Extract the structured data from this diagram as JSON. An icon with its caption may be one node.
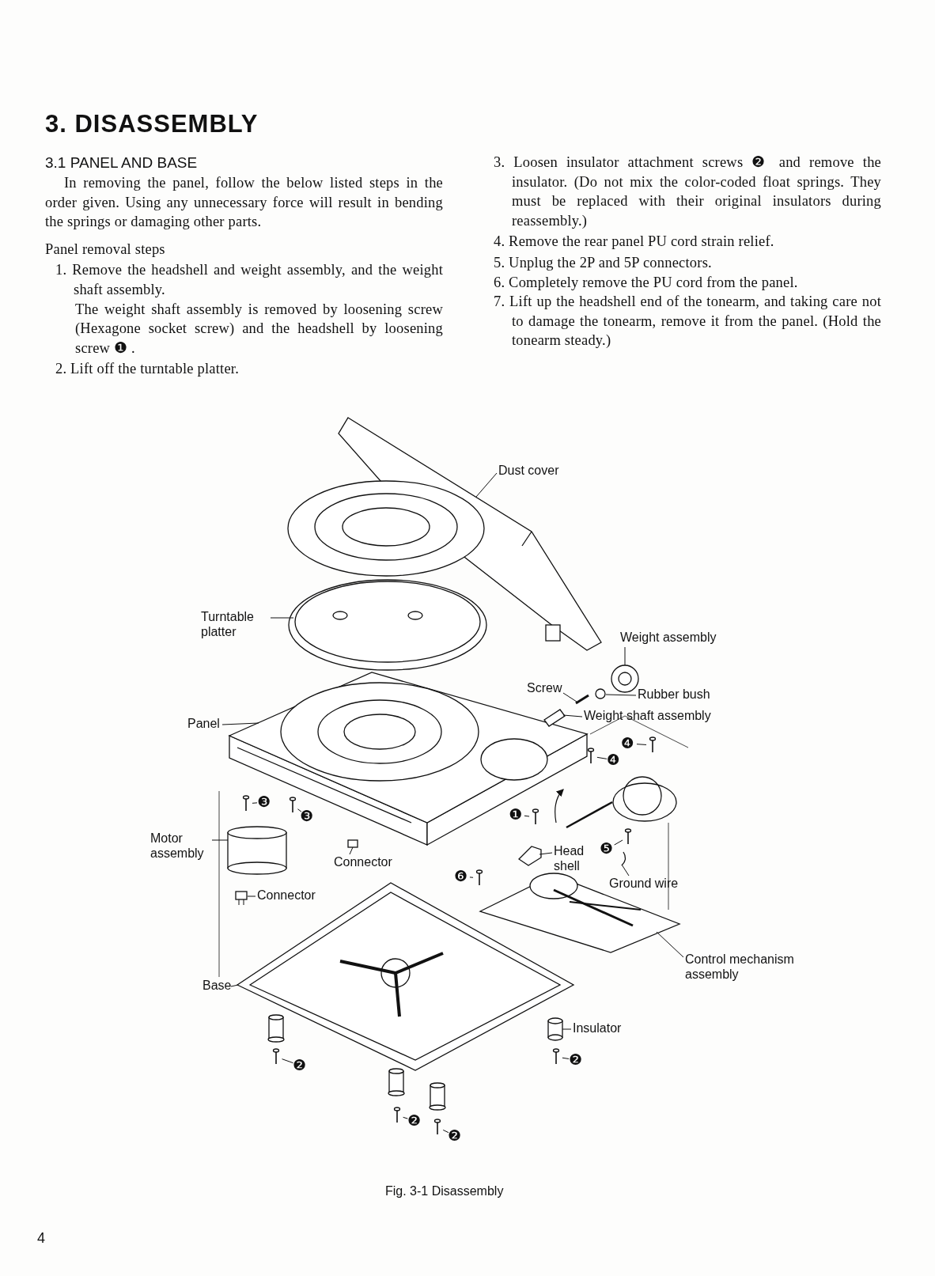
{
  "diagram": {
    "title": "3. DISASSEMBLY",
    "caption": "Fig. 3-1 Disassembly",
    "nodes": [
      {
        "text": [
          "Dust cover"
        ]
      },
      {
        "text": [],
        "shape": "picture"
      },
      {
        "text": [
          "Turntable platter"
        ]
      },
      {
        "text": [],
        "shape": "picture"
      },
      {
        "text": [
          "Weight assembly"
        ]
      },
      {
        "text": [],
        "shape": "picture"
      },
      {
        "text": [
          "Screw"
        ]
      },
      {
        "text": [],
        "shape": "picture"
      },
      {
        "text": [
          "Rubber bush"
        ]
      },
      {
        "text": [],
        "shape": "circle"
      },
      {
        "text": [
          "Panel"
        ]
      },
      {
        "text": [],
        "shape": "picture"
      },
      {
        "text": [
          "Weight shaft assembly"
        ]
      },
      {
        "text": [],
        "shape": "picture"
      },
      {
        "text": [
          "❹"
        ]
      },
      {
        "text": [
          "❹"
        ]
      },
      {
        "text": [
          "❸"
        ]
      },
      {
        "text": [
          "❸"
        ]
      },
      {
        "text": [
          "❶"
        ]
      },
      {
        "text": [
          "Motor assembly"
        ]
      },
      {
        "text": [],
        "shape": "cylinder"
      },
      {
        "text": [
          "Head shell"
        ]
      },
      {
        "text": [],
        "shape": "picture"
      },
      {
        "text": [
          "❺"
        ]
      },
      {
        "text": [
          "Connector"
        ]
      },
      {
        "text": [],
        "shape": "box"
      },
      {
        "text": [
          "Ground wire"
        ]
      },
      {
        "text": [],
        "shape": "picture"
      },
      {
        "text": [
          "❻"
        ]
      },
      {
        "text": [
          "Connector"
        ]
      },
      {
        "text": [],
        "shape": "picture"
      },
      {
        "text": [
          "Control mechanism assembly"
        ]
      },
      {
        "text": [],
        "shape": "picture"
      },
      {
        "text": [
          "Base"
        ]
      },
      {
        "text": [],
        "shape": "picture"
      },
      {
        "text": [
          "Insulator"
        ]
      },
      {
        "text": [],
        "shape": "cylinder"
      },
      {
        "text": [
          "❷"
        ]
      },
      {
        "text": [
          "❷"
        ]
      },
      {
        "text": [
          "❷"
        ]
      },
      {
        "text": [
          "❷"
        ]
      }
    ],
    "edges": [
      {
        "from": 0,
        "to": 1,
        "arrow": "none"
      },
      {
        "from": 2,
        "to": 3,
        "arrow": "none"
      },
      {
        "from": 4,
        "to": 5,
        "arrow": "none"
      },
      {
        "from": 6,
        "to": 7,
        "arrow": "none"
      },
      {
        "from": 8,
        "to": 9,
        "arrow": "none"
      },
      {
        "from": 10,
        "to": 11,
        "arrow": "none"
      },
      {
        "from": 12,
        "to": 13,
        "arrow": "none"
      },
      {
        "from": 19,
        "to": 20,
        "arrow": "none"
      },
      {
        "from": 21,
        "to": 22,
        "arrow": "none"
      },
      {
        "from": 24,
        "to": 25,
        "arrow": "none"
      },
      {
        "from": 26,
        "to": 27,
        "arrow": "none"
      },
      {
        "from": 29,
        "to": 30,
        "arrow": "none"
      },
      {
        "from": 31,
        "to": 32,
        "arrow": "none"
      },
      {
        "from": 33,
        "to": 34,
        "arrow": "none"
      },
      {
        "from": 35,
        "to": 36,
        "arrow": "none"
      },
      {
        "from": 14,
        "to": null,
        "arrow": "none"
      },
      {
        "from": 15,
        "to": null,
        "arrow": "none"
      },
      {
        "from": 16,
        "to": null,
        "arrow": "none"
      },
      {
        "from": 17,
        "to": null,
        "arrow": "none"
      },
      {
        "from": 18,
        "to": null,
        "arrow": "none"
      },
      {
        "from": 23,
        "to": null,
        "arrow": "none"
      },
      {
        "from": 28,
        "to": null,
        "arrow": "none"
      },
      {
        "from": 37,
        "to": null,
        "arrow": "none"
      },
      {
        "from": 38,
        "to": null,
        "arrow": "none"
      },
      {
        "from": 39,
        "to": null,
        "arrow": "none"
      },
      {
        "from": 40,
        "to": null,
        "arrow": "none"
      }
    ],
    "labels": [
      "3.1 PANEL AND BASE",
      "In removing the panel, follow the below listed steps in the order given. Using any unnecessary force will result in bending the springs or damaging other parts.",
      "Panel removal steps",
      "1. Remove the headshell and weight assembly, and the weight shaft assembly.",
      "The weight shaft assembly is removed by loosening screw (Hexagone socket screw) and the headshell by loosening screw ❶ .",
      "2. Lift off the turntable platter.",
      "3. Loosen insulator attachment screws ❷ and remove the insulator. (Do not mix the color-coded float springs. They must be replaced with their original insulators during reassembly.)",
      "4. Remove the rear panel PU cord strain relief.",
      "5. Unplug the 2P and 5P connectors.",
      "6. Completely remove the PU cord from the panel.",
      "7. Lift up the headshell end of the tonearm, and taking care not to damage the tonearm, remove it from the panel. (Hold the tonearm steady.)",
      "4"
    ]
  }
}
